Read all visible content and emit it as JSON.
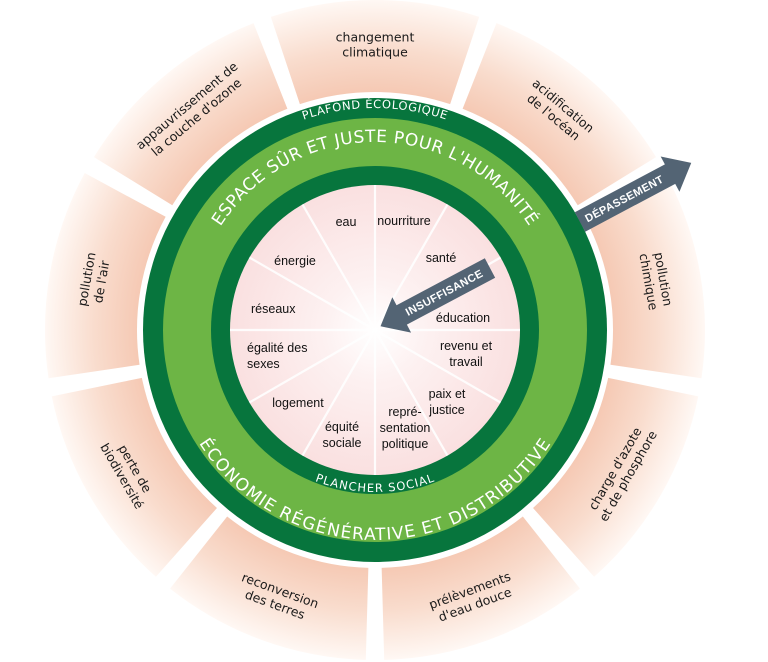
{
  "diagram": {
    "title_outer_band_top": "ESPACE SÛR ET JUSTE POUR L'HUMANITÉ",
    "title_outer_band_bottom": "ÉCONOMIE RÉGÉNÉRATIVE ET DISTRIBUTIVE",
    "ecological_ceiling_label": "PLAFOND ÉCOLOGIQUE",
    "social_foundation_label": "PLANCHER SOCIAL",
    "overshoot_label": "DÉPASSEMENT",
    "shortfall_label": "INSUFFISANCE",
    "colors": {
      "dark_green": "#07753d",
      "light_green": "#6db545",
      "outer_segment": "#f6cdb9",
      "inner_disc": "#fbe4e4",
      "arrow": "#536474",
      "background": "#ffffff"
    },
    "ecological_ceiling": [
      [
        "changement",
        "climatique"
      ],
      [
        "acidification",
        "de l'océan"
      ],
      [
        "pollution",
        "chimique"
      ],
      [
        "charge d'azote",
        "et de phosphore"
      ],
      [
        "prélèvements",
        "d'eau douce"
      ],
      [
        "reconversion",
        "des terres"
      ],
      [
        "perte de",
        "biodiversité"
      ],
      [
        "pollution",
        "de l'air"
      ],
      [
        "appauvrissement de",
        "la couche d'ozone"
      ]
    ],
    "social_foundation": [
      [
        "nourriture"
      ],
      [
        "santé"
      ],
      [
        "éducation"
      ],
      [
        "revenu et",
        "travail"
      ],
      [
        "paix et",
        "justice"
      ],
      [
        "repré-",
        "sentation",
        "politique"
      ],
      [
        "équité",
        "sociale"
      ],
      [
        "logement"
      ],
      [
        "égalité des",
        "sexes"
      ],
      [
        "réseaux"
      ],
      [
        "énergie"
      ],
      [
        "eau"
      ]
    ]
  }
}
